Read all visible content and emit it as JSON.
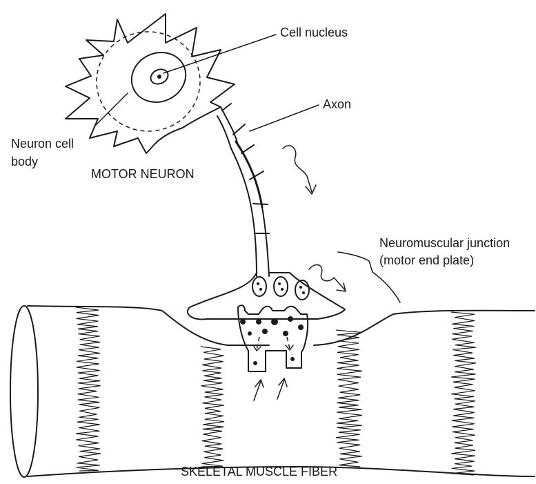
{
  "labels": {
    "cell_nucleus": "Cell nucleus",
    "axon": "Axon",
    "neuron_cell_body_line1": "Neuron cell",
    "neuron_cell_body_line2": "body",
    "motor_neuron": "MOTOR NEURON",
    "nmj_line1": "Neuromuscular junction",
    "nmj_line2": "(motor end plate)",
    "skeletal_muscle_fiber": "SKELETAL MUSCLE FIBER"
  }
}
